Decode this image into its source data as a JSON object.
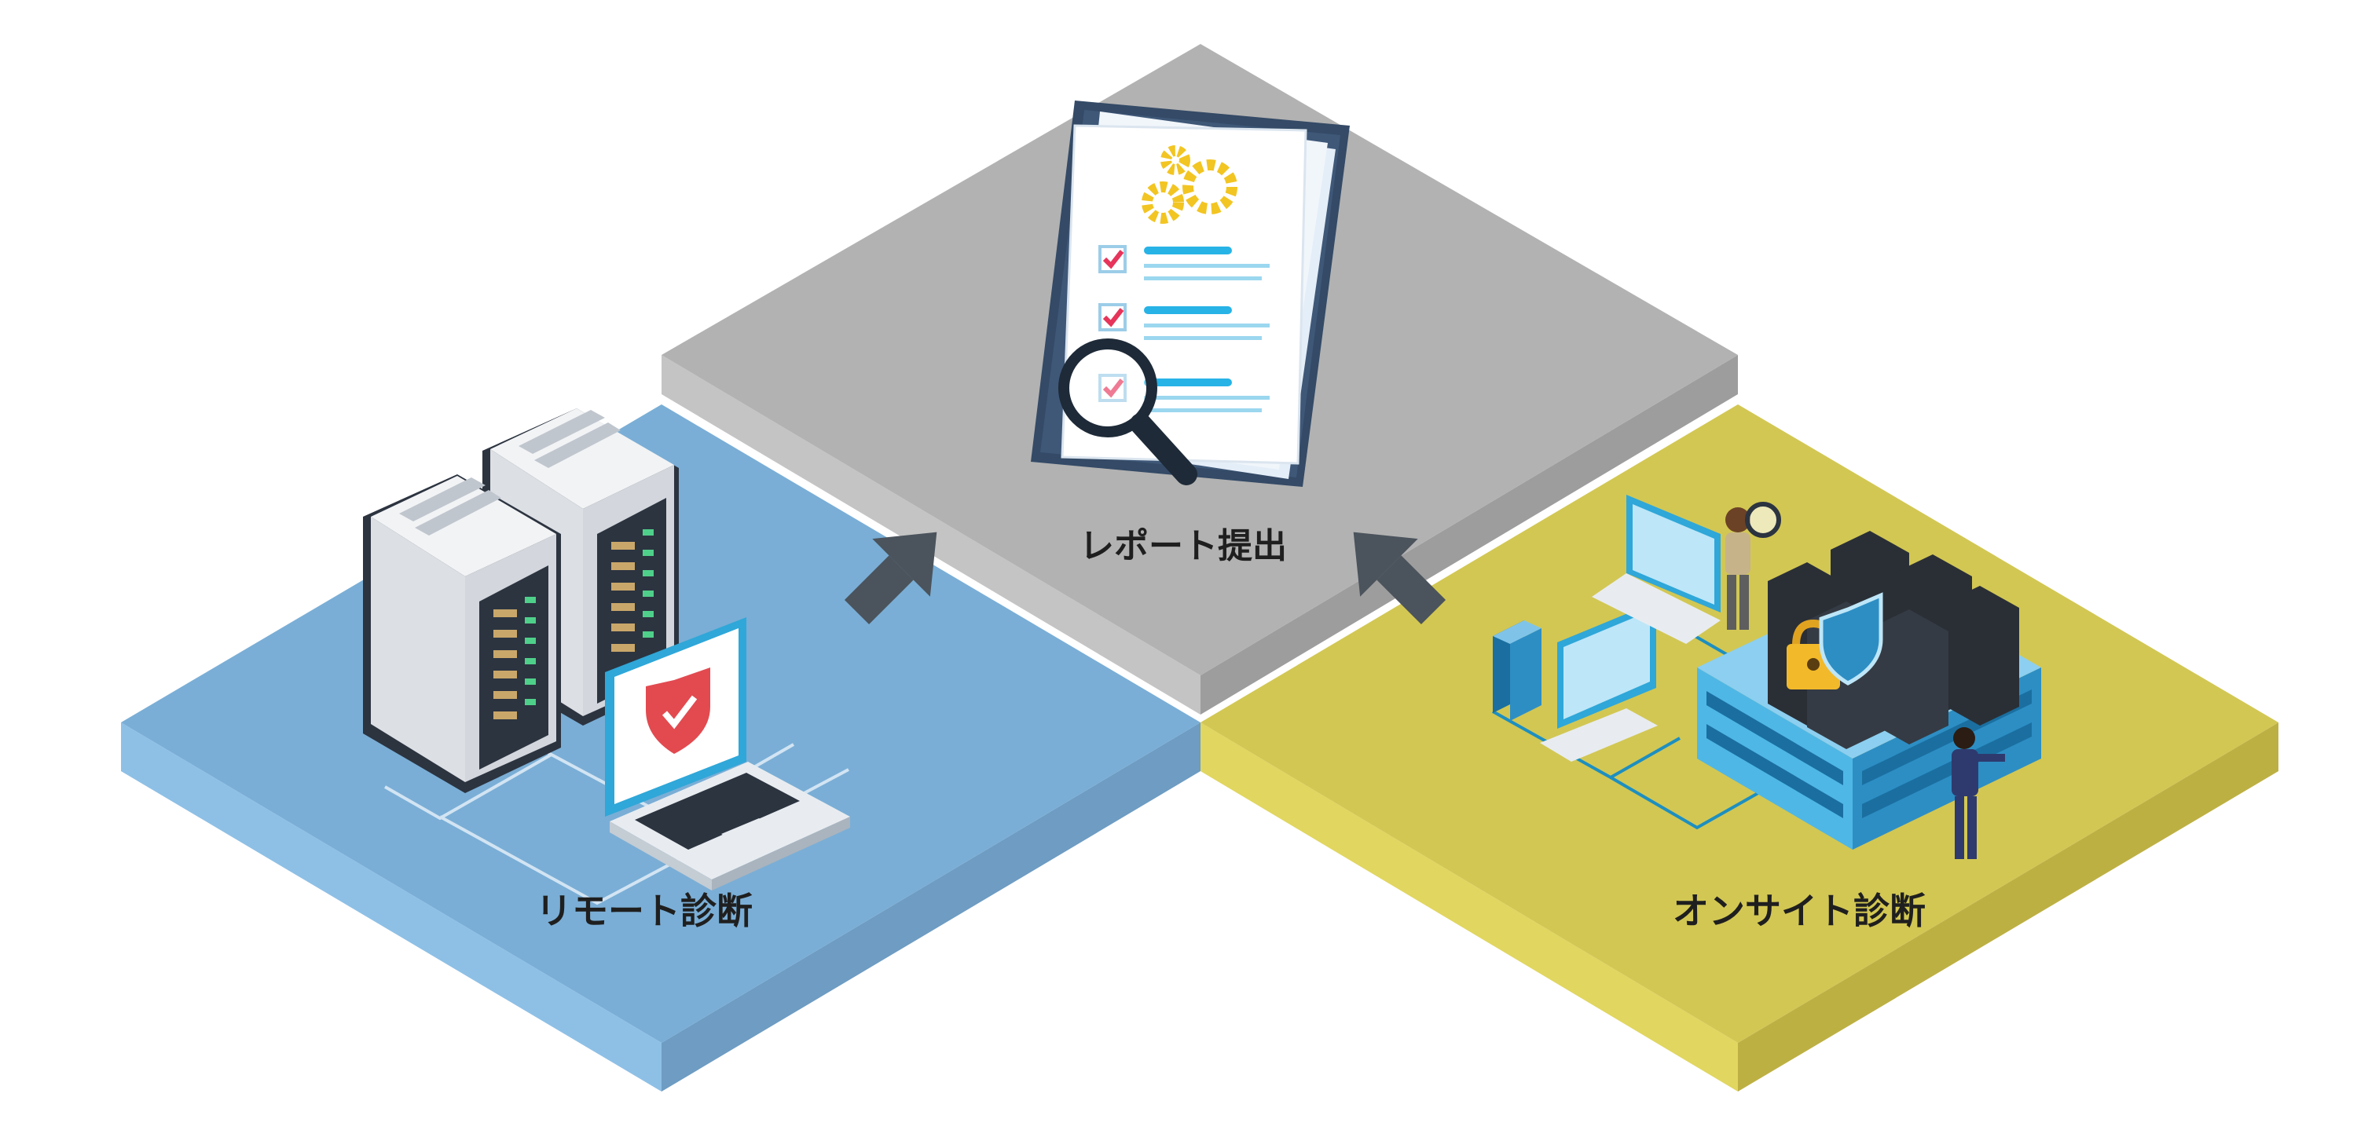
{
  "diagram": {
    "zones": {
      "remote": {
        "label": "リモート診断",
        "top_color": "#7aaed6",
        "side_color": "#8ec0e6"
      },
      "report": {
        "label": "レポート提出",
        "top_color": "#b2b2b2",
        "side_color": "#c6c6c6"
      },
      "onsite": {
        "label": "オンサイト診断",
        "top_color": "#d2c753",
        "side_color": "#e1d660"
      }
    },
    "arrow_color": "#4b535c",
    "icons": {
      "remote": [
        "server-rack-icon",
        "laptop-shield-icon"
      ],
      "report": [
        "clipboard-report-icon",
        "magnifier-icon",
        "gear-icon"
      ],
      "onsite": [
        "desktop-computer-icon",
        "laptop-icon",
        "datacenter-building-icon",
        "padlock-icon",
        "shield-icon",
        "inspector-person-icon"
      ]
    }
  }
}
